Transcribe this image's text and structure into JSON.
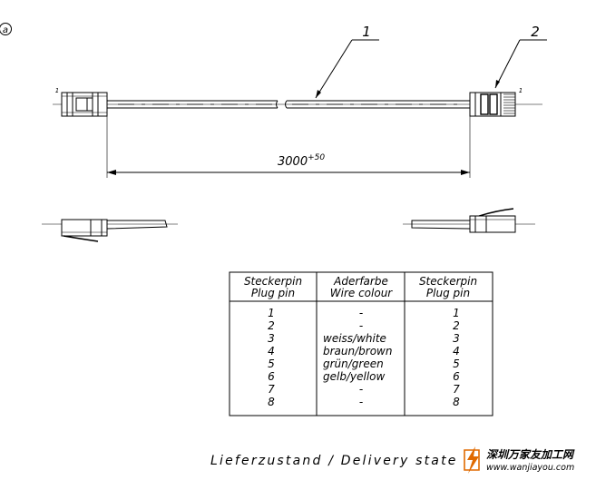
{
  "view_marker": "a",
  "callouts": {
    "cable": "1",
    "connector": "2"
  },
  "pin_markers": {
    "left": "1",
    "right": "1"
  },
  "dimension": {
    "length": "3000",
    "tolerance": "+50"
  },
  "table": {
    "headers": [
      [
        "Steckerpin",
        "Plug pin"
      ],
      [
        "Aderfarbe",
        "Wire colour"
      ],
      [
        "Steckerpin",
        "Plug pin"
      ]
    ],
    "rows": [
      [
        "1",
        "-",
        "1"
      ],
      [
        "2",
        "-",
        "2"
      ],
      [
        "3",
        "weiss/white",
        "3"
      ],
      [
        "4",
        "braun/brown",
        "4"
      ],
      [
        "5",
        "grün/green",
        "5"
      ],
      [
        "6",
        "gelb/yellow",
        "6"
      ],
      [
        "7",
        "-",
        "7"
      ],
      [
        "8",
        "-",
        "8"
      ]
    ]
  },
  "caption": "Lieferzustand / Delivery state",
  "watermark": {
    "name": "深圳万家友加工网",
    "url": "www.wanjiayou.com"
  },
  "colors": {
    "line": "#000000",
    "brand_orange": "#e06a00",
    "brand_blue": "#3a6fc4"
  }
}
